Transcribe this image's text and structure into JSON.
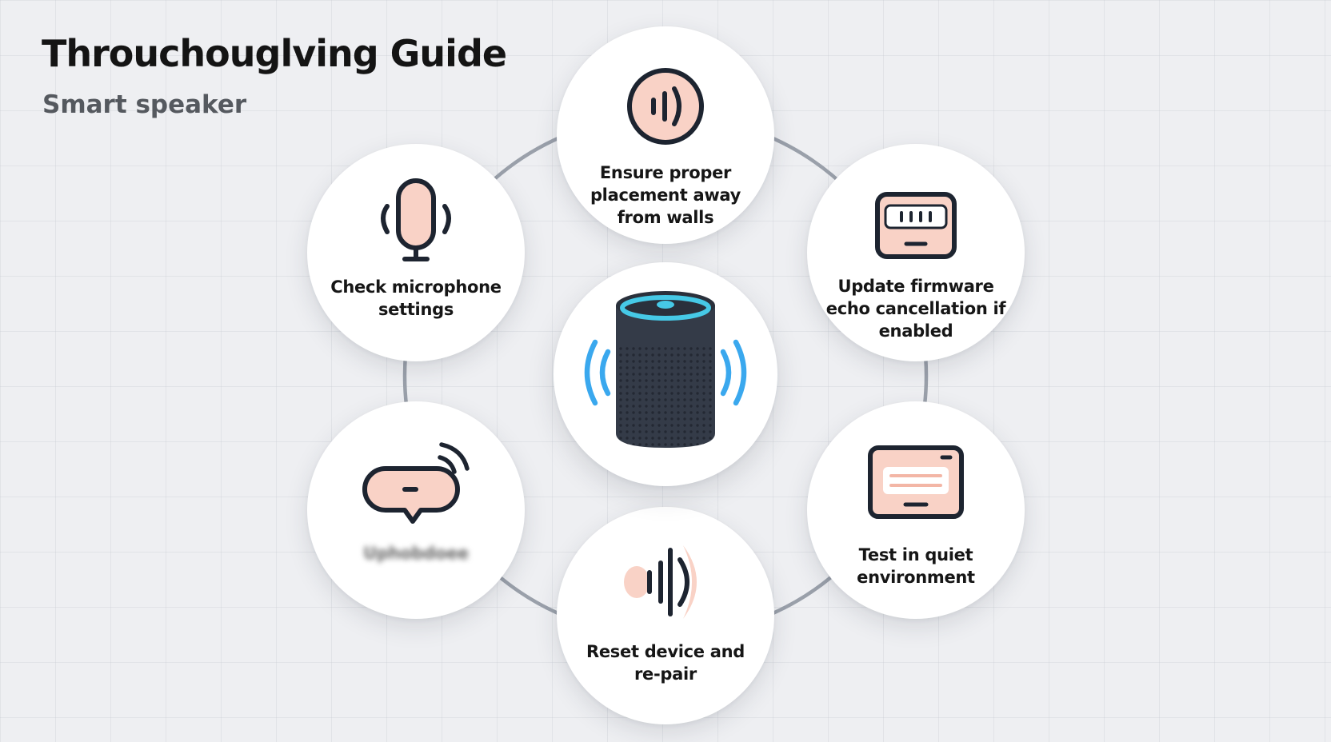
{
  "header": {
    "title": "Throuchouglving Guide",
    "subtitle": "Smart speaker"
  },
  "steps": [
    {
      "label": "Ensure proper placement away from walls",
      "icon": "sound-wave-icon"
    },
    {
      "label": "Update firmware echo cancellation if enabled",
      "icon": "device-display-icon"
    },
    {
      "label": "Test in quiet environment",
      "icon": "monitor-icon"
    },
    {
      "label": "Reset device and re-pair",
      "icon": "sound-waves-icon"
    },
    {
      "label": "Uphobdoee",
      "icon": "chat-bubble-icon"
    },
    {
      "label": "Check microphone settings",
      "icon": "microphone-icon"
    }
  ],
  "center": {
    "icon": "smart-speaker-icon"
  },
  "colors": {
    "icon_fill": "#f9d2c6",
    "icon_stroke": "#1d2430",
    "speaker_body": "#333a47",
    "accent_cyan": "#46c9e6",
    "accent_blue": "#3aa8ee",
    "ring": "#9aa0aa"
  }
}
